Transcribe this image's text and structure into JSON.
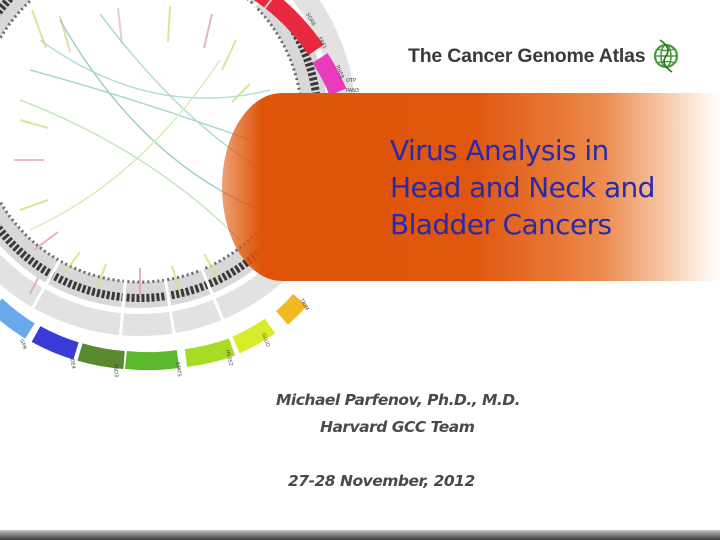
{
  "logo": {
    "text": "The Cancer Genome Atlas",
    "icon": "tcga-globe-icon",
    "icon_color": "#4a9a3a"
  },
  "title": {
    "lines": [
      "Virus Analysis in",
      "Head and Neck and",
      "Bladder Cancers"
    ],
    "color": "#2a2aa8"
  },
  "banner": {
    "color": "#de5408"
  },
  "presenter": {
    "name": "Michael Parfenov, Ph.D., M.D.",
    "team": "Harvard GCC Team"
  },
  "date": "27-28 November, 2012",
  "colors": {
    "text": "#4a4a4a",
    "footer": "#3a3a3a"
  }
}
